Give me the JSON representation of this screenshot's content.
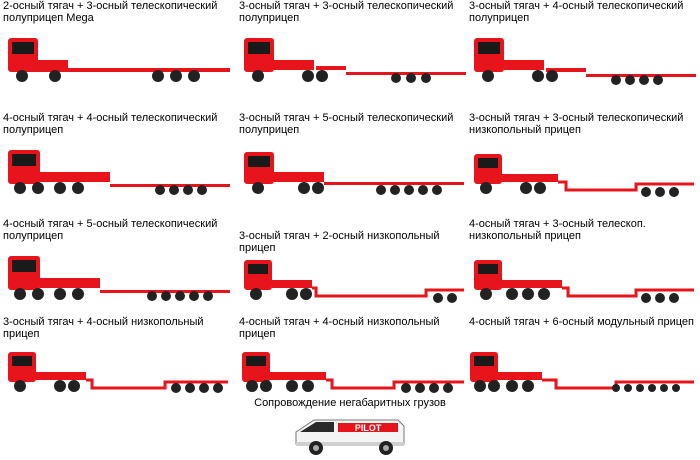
{
  "colors": {
    "truck_red": "#e8141b",
    "chrome": "#c8c8c8",
    "window": "#1a1a1a",
    "wheel": "#222222"
  },
  "configs": [
    {
      "line1": "2-осный тягач + 3-осный телескопический",
      "line2": "полуприцеп Mega"
    },
    {
      "line1": "3-осный тягач + 3-осный телескопический",
      "line2": "полуприцеп"
    },
    {
      "line1": "3-осный тягач + 4-осный телескопический",
      "line2": "полуприцеп"
    },
    {
      "line1": "4-осный тягач + 4-осный телескопический",
      "line2": "полуприцеп"
    },
    {
      "line1": "3-осный тягач + 5-осный телескопический",
      "line2": "полуприцеп"
    },
    {
      "line1": "3-осный тягач + 3-осный телескопический",
      "line2": "низкопольный прицеп"
    },
    {
      "line1": "4-осный тягач + 5-осный телескопический",
      "line2": "полуприцеп"
    },
    {
      "line1": "3-осный тягач + 2-осный низкопольный прицеп",
      "line2": ""
    },
    {
      "line1": "4-осный тягач + 3-осный телескоп.",
      "line2": "низкопольный прицеп"
    },
    {
      "line1": "3-осный тягач + 4-осный низкопольный прицеп",
      "line2": ""
    },
    {
      "line1": "4-осный тягач + 4-осный низкопольный прицеп",
      "line2": ""
    },
    {
      "line1": "4-осный тягач + 6-осный модульный прицеп",
      "line2": ""
    }
  ],
  "escort": {
    "title": "Сопровождение негабаритных грузов",
    "van_label": "PILOT"
  }
}
